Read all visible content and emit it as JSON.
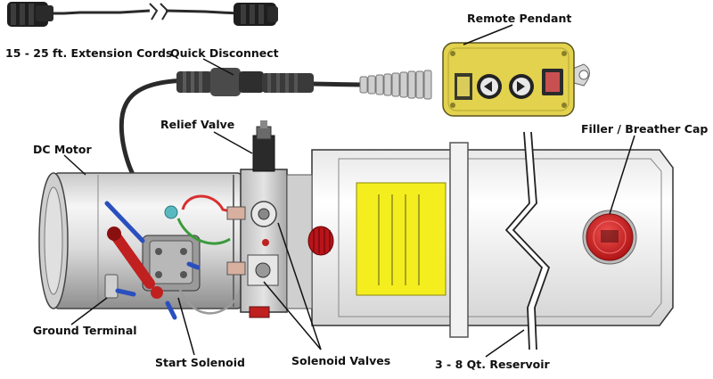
{
  "labels": {
    "extension_cords": "15 - 25 ft. Extension Cords",
    "quick_disconnect": "Quick Disconnect",
    "remote_pendant": "Remote Pendant",
    "relief_valve": "Relief Valve",
    "dc_motor": "DC Motor",
    "filler_cap": "Filler / Breather Cap",
    "ground_terminal": "Ground Terminal",
    "start_solenoid": "Start Solenoid",
    "solenoid_valves": "Solenoid Valves",
    "reservoir": "3 - 8 Qt. Reservoir"
  },
  "colors": {
    "pendant_yellow": "#e2d24e",
    "label_yellow": "#f4ee1e",
    "cap_red": "#d42424",
    "knob_red": "#b8141a",
    "solenoid_red": "#c02020",
    "wire_red": "#d83030",
    "wire_green": "#3a9a3a",
    "terminal_blue": "#2a4fbf",
    "cable": "#2a2a2a"
  }
}
